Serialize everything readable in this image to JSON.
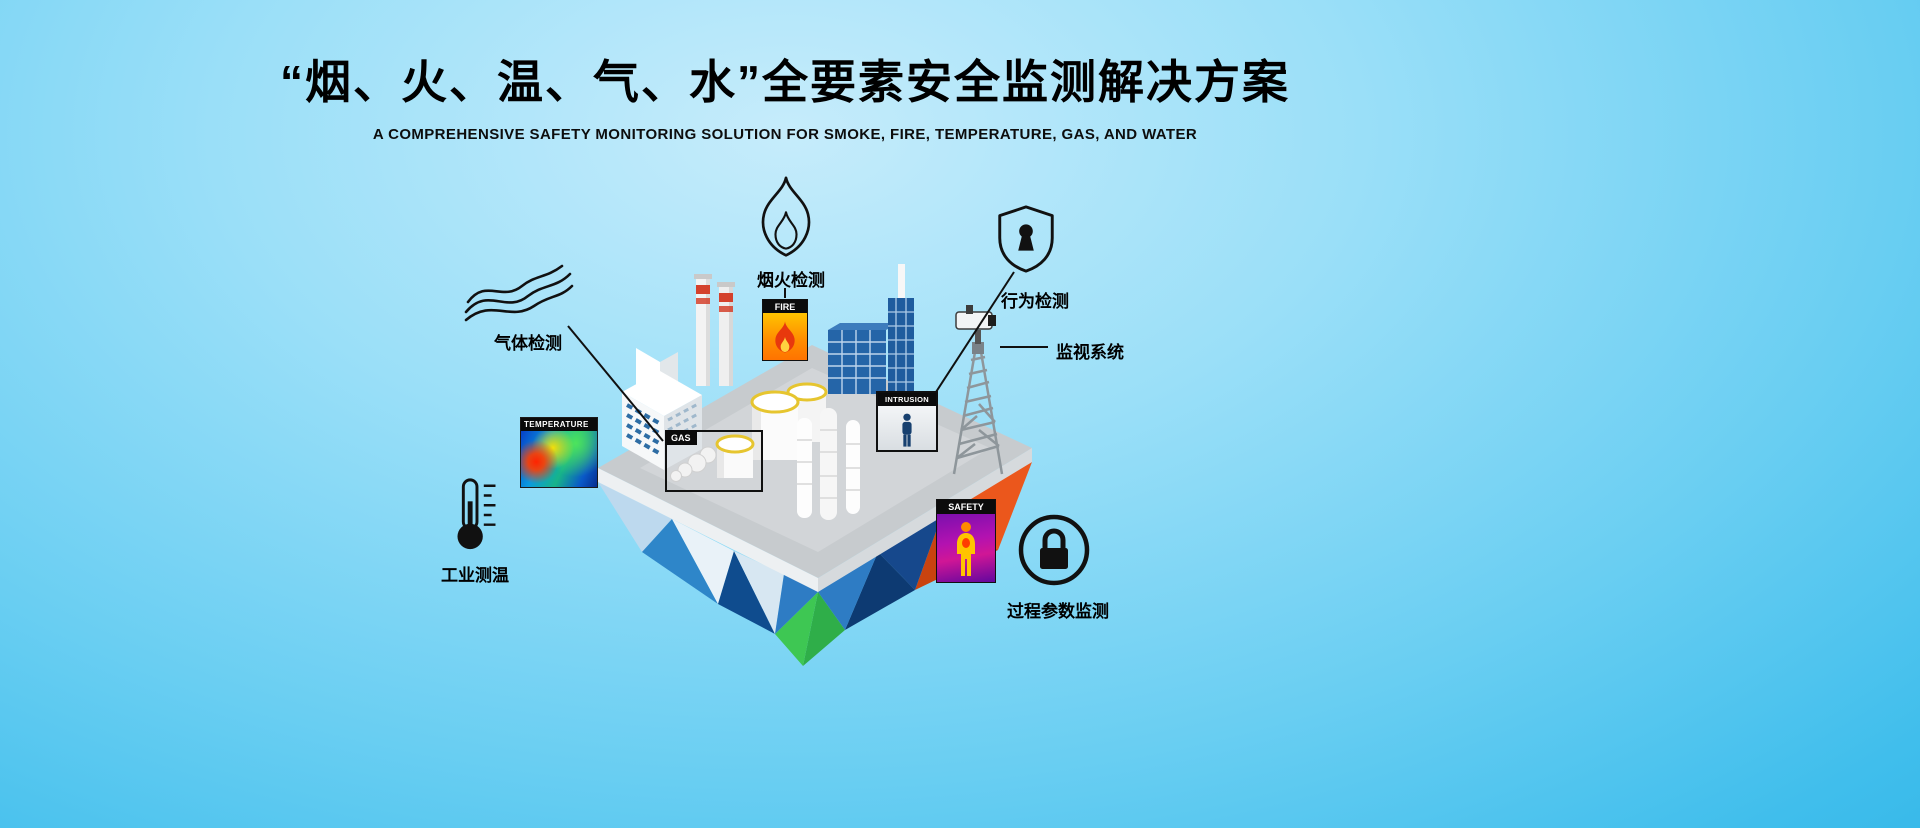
{
  "header": {
    "title_cn": "“烟、火、温、气、水”全要素安全监测解决方案",
    "title_en": "A COMPREHENSIVE SAFETY MONITORING SOLUTION FOR SMOKE, FIRE, TEMPERATURE, GAS, AND WATER"
  },
  "callouts": {
    "gas_detection": "气体检测",
    "smoke_fire_detection": "烟火检测",
    "behavior_detection": "行为检测",
    "surveillance_system": "监视系统",
    "industrial_temperature": "工业测温",
    "process_parameter_monitoring": "过程参数监测"
  },
  "scene_tags": {
    "fire": "FIRE",
    "temperature": "TEMPERATURE",
    "gas": "GAS",
    "intrusion": "INTRUSION",
    "safety": "SAFETY"
  },
  "icons": {
    "gas_detection": "smoke-waves-icon",
    "smoke_fire_detection": "flame-outline-icon",
    "behavior_detection": "shield-keyhole-icon",
    "surveillance_system": "ptz-camera-icon",
    "industrial_temperature": "thermometer-icon",
    "process_parameter_monitoring": "padlock-circle-icon"
  },
  "colors": {
    "background_top": "#c6ecfb",
    "background_bottom": "#27afe4",
    "island_orange": "#eb571c",
    "island_blue": "#2e7cc4",
    "island_green": "#2fae49",
    "thermal_magenta": "#d01696",
    "text": "#000000"
  }
}
